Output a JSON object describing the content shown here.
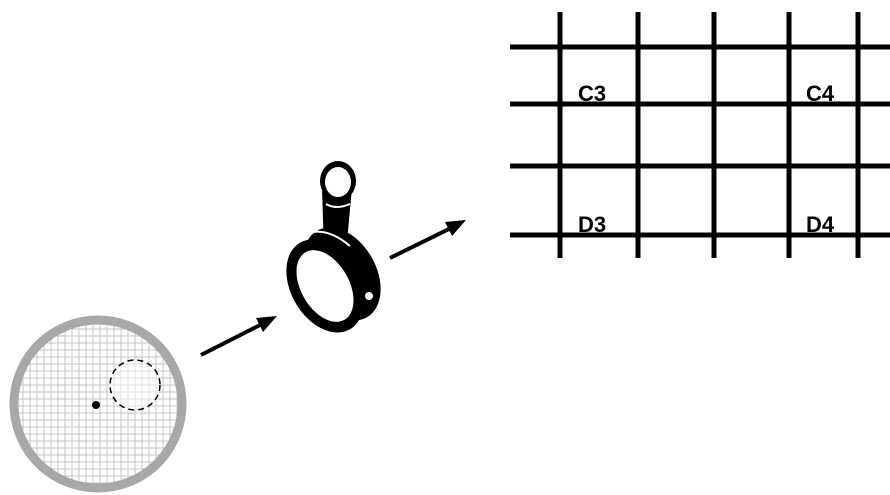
{
  "grid": {
    "labels": [
      "C3",
      "C4",
      "D3",
      "D4"
    ]
  },
  "icons": {
    "sample": "gridded-circle-icon",
    "magnifier": "magnifying-glass-icon",
    "arrow": "arrow-icon"
  },
  "colors": {
    "ink": "#000000",
    "ring": "#a8a8a8",
    "mesh": "#c8c8c8"
  }
}
